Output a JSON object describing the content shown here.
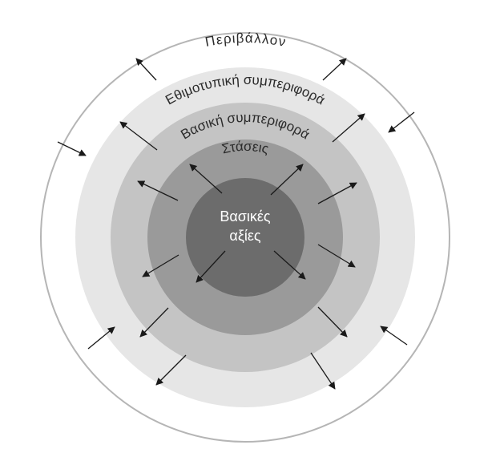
{
  "layers": [
    {
      "id": "environment",
      "label": "Περιβάλλον",
      "color": "#ffffff"
    },
    {
      "id": "ritual",
      "label": "Εθιμοτυπική συμπεριφορά",
      "color": "#e6e6e6"
    },
    {
      "id": "basic",
      "label": "Βασική συμπεριφορά",
      "color": "#c4c4c4"
    },
    {
      "id": "attitudes",
      "label": "Στάσεις",
      "color": "#9a9a9a"
    },
    {
      "id": "values",
      "label_line1": "Βασικές",
      "label_line2": "αξίες",
      "color": "#6c6c6c"
    }
  ],
  "arrow_color": "#1a1a1a"
}
